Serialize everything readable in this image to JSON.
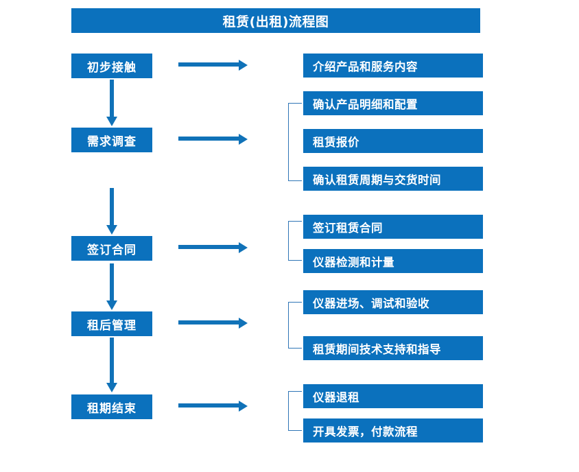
{
  "title": {
    "text": "租赁(出租)流程图"
  },
  "colors": {
    "primary_blue": "#0B71BD",
    "arrow_blue": "#1072B8",
    "bracket_blue": "#2E75B6",
    "box_text": "#FFFFFF",
    "background": "#FFFFFF"
  },
  "stages": [
    {
      "id": "stage-1",
      "label": "初步接触"
    },
    {
      "id": "stage-2",
      "label": "需求调查"
    },
    {
      "id": "stage-3",
      "label": "签订合同"
    },
    {
      "id": "stage-4",
      "label": "租后管理"
    },
    {
      "id": "stage-5",
      "label": "租期结束"
    }
  ],
  "details": [
    {
      "id": "detail-1",
      "label": "介绍产品和服务内容",
      "stage": "初步接触"
    },
    {
      "id": "detail-2",
      "label": "确认产品明细和配置",
      "stage": "需求调查"
    },
    {
      "id": "detail-3",
      "label": "租赁报价",
      "stage": "需求调查"
    },
    {
      "id": "detail-4",
      "label": "确认租赁周期与交货时间",
      "stage": "需求调查"
    },
    {
      "id": "detail-5",
      "label": "签订租赁合同",
      "stage": "签订合同"
    },
    {
      "id": "detail-6",
      "label": "仪器检测和计量",
      "stage": "签订合同"
    },
    {
      "id": "detail-7",
      "label": "仪器进场、调试和验收",
      "stage": "租后管理"
    },
    {
      "id": "detail-8",
      "label": "租赁期间技术支持和指导",
      "stage": "租后管理"
    },
    {
      "id": "detail-9",
      "label": "仪器退租",
      "stage": "租期结束"
    },
    {
      "id": "detail-10",
      "label": "开具发票，付款流程",
      "stage": "租期结束"
    }
  ],
  "connectors": {
    "vertical_arrows": 4,
    "horizontal_arrows": 5,
    "brackets": 4
  }
}
